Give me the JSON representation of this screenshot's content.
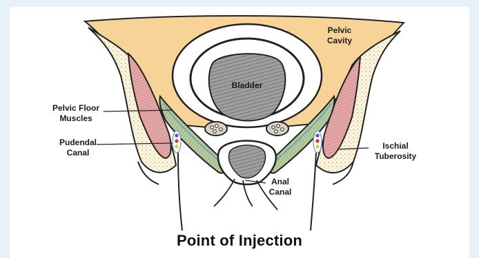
{
  "diagram": {
    "title": "Point of Injection",
    "labels": {
      "pelvic_cavity": "Pelvic\nCavity",
      "bladder": "Bladder",
      "pelvic_floor_muscles": "Pelvic Floor\nMuscles",
      "pudendal_canal": "Pudendal\nCanal",
      "ischial_tuberosity": "Ischial\nTuberosity",
      "anal_canal": "Anal\nCanal"
    },
    "colors": {
      "background": "#e7f2f8",
      "pelvic_cavity_fill": "#f8d398",
      "muscle_fill": "#e3a7a7",
      "pelvic_floor_fill": "#b6cc9e",
      "ischial_dots": "#e0c878",
      "canal_blue": "#6a4fc8",
      "canal_red": "#d23a3a",
      "canal_yellow": "#e8c53a"
    }
  }
}
